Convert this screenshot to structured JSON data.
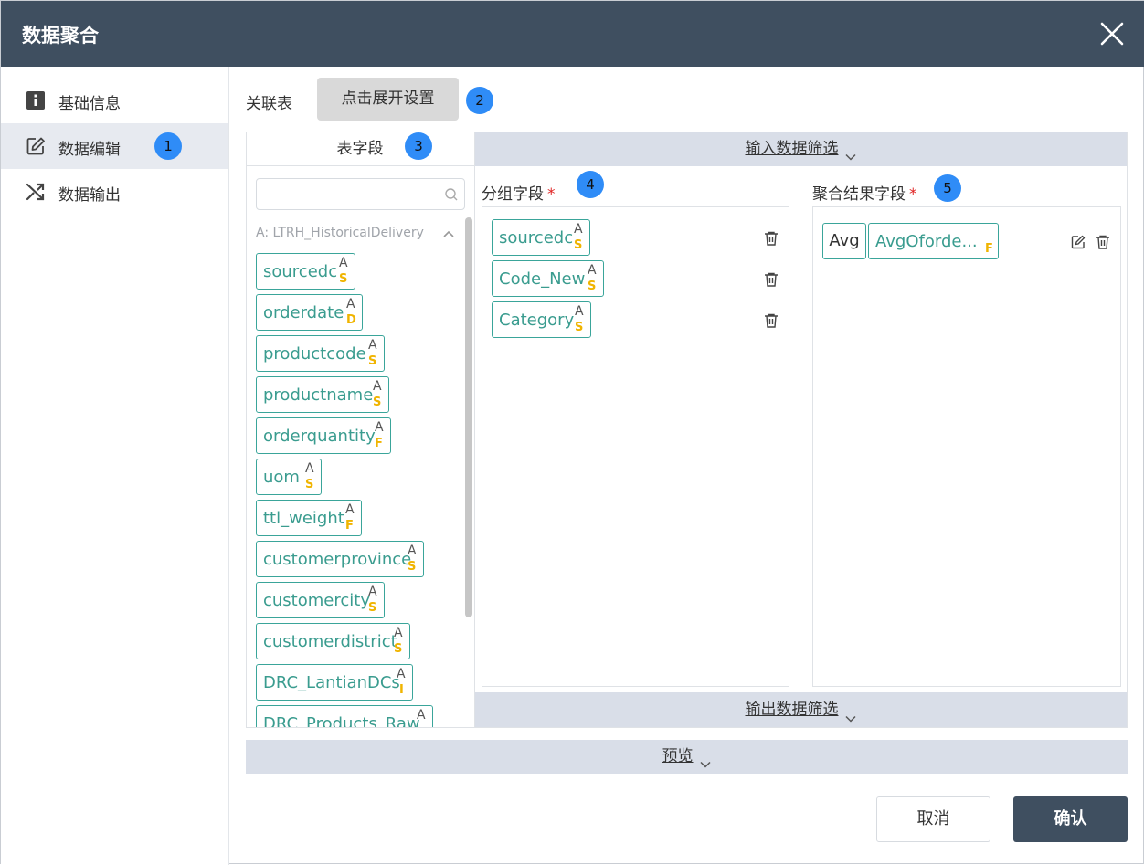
{
  "dialog": {
    "title": "数据聚合"
  },
  "sidebar": {
    "items": [
      {
        "label": "基础信息",
        "icon": "info-icon"
      },
      {
        "label": "数据编辑",
        "icon": "edit-icon",
        "badge": "1"
      },
      {
        "label": "数据输出",
        "icon": "shuffle-icon"
      }
    ]
  },
  "assoc": {
    "label": "关联表",
    "button": "点击展开设置",
    "badge": "2"
  },
  "fields_panel": {
    "header": "表字段",
    "badge": "3",
    "search_placeholder": "",
    "group_title": "A: LTRH_HistoricalDelivery",
    "fields": [
      {
        "name": "sourcedc",
        "source": "A",
        "type": "S"
      },
      {
        "name": "orderdate",
        "source": "A",
        "type": "D"
      },
      {
        "name": "productcode",
        "source": "A",
        "type": "S"
      },
      {
        "name": "productname",
        "source": "A",
        "type": "S"
      },
      {
        "name": "orderquantity",
        "source": "A",
        "type": "F"
      },
      {
        "name": "uom",
        "source": "A",
        "type": "S"
      },
      {
        "name": "ttl_weight",
        "source": "A",
        "type": "F"
      },
      {
        "name": "customerprovince",
        "source": "A",
        "type": "S"
      },
      {
        "name": "customercity",
        "source": "A",
        "type": "S"
      },
      {
        "name": "customerdistrict",
        "source": "A",
        "type": "S"
      },
      {
        "name": "DRC_LantianDCs",
        "source": "A",
        "type": "I"
      },
      {
        "name": "DRC_Products_Raw",
        "source": "A",
        "type": ""
      }
    ]
  },
  "input_filter": {
    "label": "输入数据筛选"
  },
  "group_fields": {
    "label": "分组字段",
    "required": "*",
    "badge": "4",
    "items": [
      {
        "name": "sourcedc",
        "source": "A",
        "type": "S"
      },
      {
        "name": "Code_New",
        "source": "A",
        "type": "S"
      },
      {
        "name": "Category",
        "source": "A",
        "type": "S"
      }
    ]
  },
  "agg_fields": {
    "label": "聚合结果字段",
    "required": "*",
    "badge": "5",
    "items": [
      {
        "func": "Avg",
        "name": "AvgOforde...",
        "type": "F"
      }
    ]
  },
  "output_filter": {
    "label": "输出数据筛选"
  },
  "preview": {
    "label": "预览"
  },
  "footer": {
    "cancel": "取消",
    "confirm": "确认"
  },
  "colors": {
    "header": "#3f4f60",
    "accent": "#2f8cf7",
    "tag_border": "#3aa59a",
    "type_letter": "#f0b400",
    "bar": "#d9dee8"
  }
}
